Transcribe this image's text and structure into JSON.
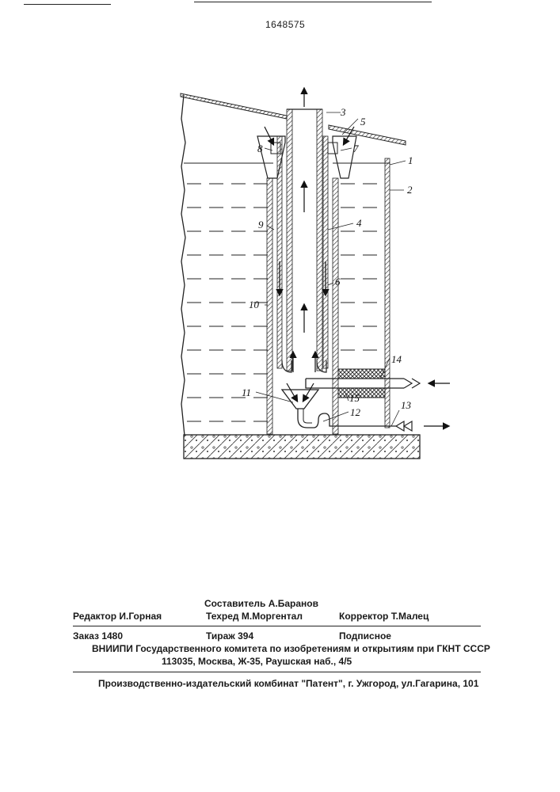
{
  "patent_number": "1648575",
  "figure_labels": {
    "l1": "1",
    "l2": "2",
    "l3": "3",
    "l4": "4",
    "l5": "5",
    "l6": "6",
    "l7": "7",
    "l8": "8",
    "l9": "9",
    "l10": "10",
    "l11": "11",
    "l12": "12",
    "l13": "13",
    "l14": "14",
    "l15": "15"
  },
  "colophon": {
    "compiler": "Составитель А.Баранов",
    "editor": "Редактор  И.Горная",
    "techred": "Техред М.Моргентал",
    "corrector": "Корректор  Т.Малец",
    "order": "Заказ  1480",
    "print_run": "Тираж 394",
    "subscription": "Подписное",
    "institute": "ВНИИПИ Государственного комитета по изобретениям и открытиям при ГКНТ СССР",
    "address": "113035, Москва, Ж-35, Раушская наб., 4/5",
    "publisher": "Производственно-издательский комбинат \"Патент\", г. Ужгород, ул.Гагарина, 101"
  }
}
